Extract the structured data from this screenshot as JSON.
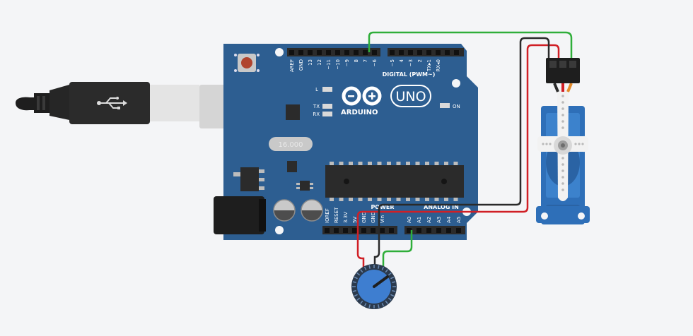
{
  "board": {
    "brand": "ARDUINO",
    "model": "UNO",
    "digital_header": "DIGITAL (PWM~)",
    "digital_pins": [
      "AREF",
      "GND",
      "13",
      "12",
      "~11",
      "~10",
      "~9",
      "8",
      "7",
      "~6",
      "~5",
      "4",
      "~3",
      "2",
      "TX▸1",
      "RX◂0"
    ],
    "led_l": "L",
    "led_tx": "TX",
    "led_rx": "RX",
    "led_on": "ON",
    "crystal": "16.000",
    "power_header": "POWER",
    "analog_header": "ANALOG IN",
    "power_pins": [
      "IOREF",
      "RESET",
      "3.3V",
      "5V",
      "GND",
      "GND",
      "Vin"
    ],
    "analog_pins": [
      "A0",
      "A1",
      "A2",
      "A3",
      "A4",
      "A5"
    ]
  },
  "colors": {
    "board": "#2d5e91",
    "wire_red": "#d01f25",
    "wire_black": "#2a2a2a",
    "wire_green": "#2fae3a",
    "servo_body": "#2e6fb8",
    "pot_knob": "#3e7ed0"
  },
  "icons": {
    "usb": "usb-trident-icon",
    "pin1": "square-pad-icon"
  }
}
